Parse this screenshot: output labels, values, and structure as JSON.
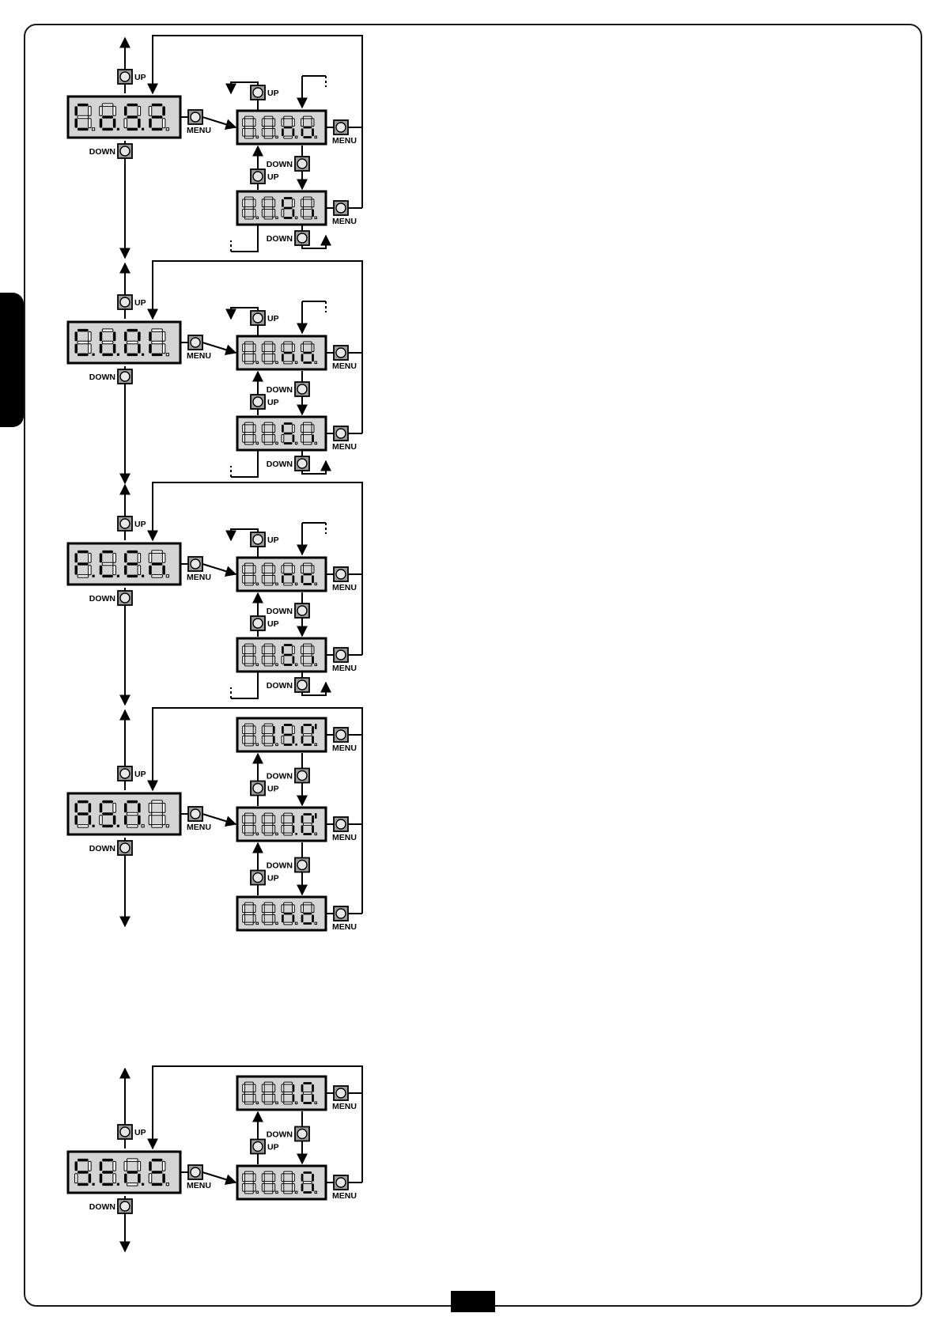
{
  "style": {
    "ink": "#000000",
    "display_background": "#d4d4d4",
    "button_fill": "#9c9c9c",
    "digit_ghost": "#ffffff"
  },
  "button_labels": {
    "up": "UP",
    "down": "DOWN",
    "menu": "MENU"
  },
  "menus": [
    {
      "id": "cos2",
      "main_display": "Co.S.2",
      "options": [
        {
          "display": "no"
        },
        {
          "display": "Si"
        }
      ]
    },
    {
      "id": "cvol",
      "main_display": "C.V.O.L",
      "options": [
        {
          "display": "no"
        },
        {
          "display": "Si"
        }
      ]
    },
    {
      "id": "fcen",
      "main_display": "F.C.E.n",
      "options": [
        {
          "display": "no"
        },
        {
          "display": "Si"
        }
      ]
    },
    {
      "id": "asm",
      "main_display": "A.S.M",
      "options": [
        {
          "display": "15.0'"
        },
        {
          "display": "1.0'"
        },
        {
          "display": "no"
        }
      ]
    },
    {
      "id": "sens",
      "main_display": "S.E.n.S",
      "options": [
        {
          "display": "10"
        },
        {
          "display": "0"
        }
      ]
    }
  ]
}
